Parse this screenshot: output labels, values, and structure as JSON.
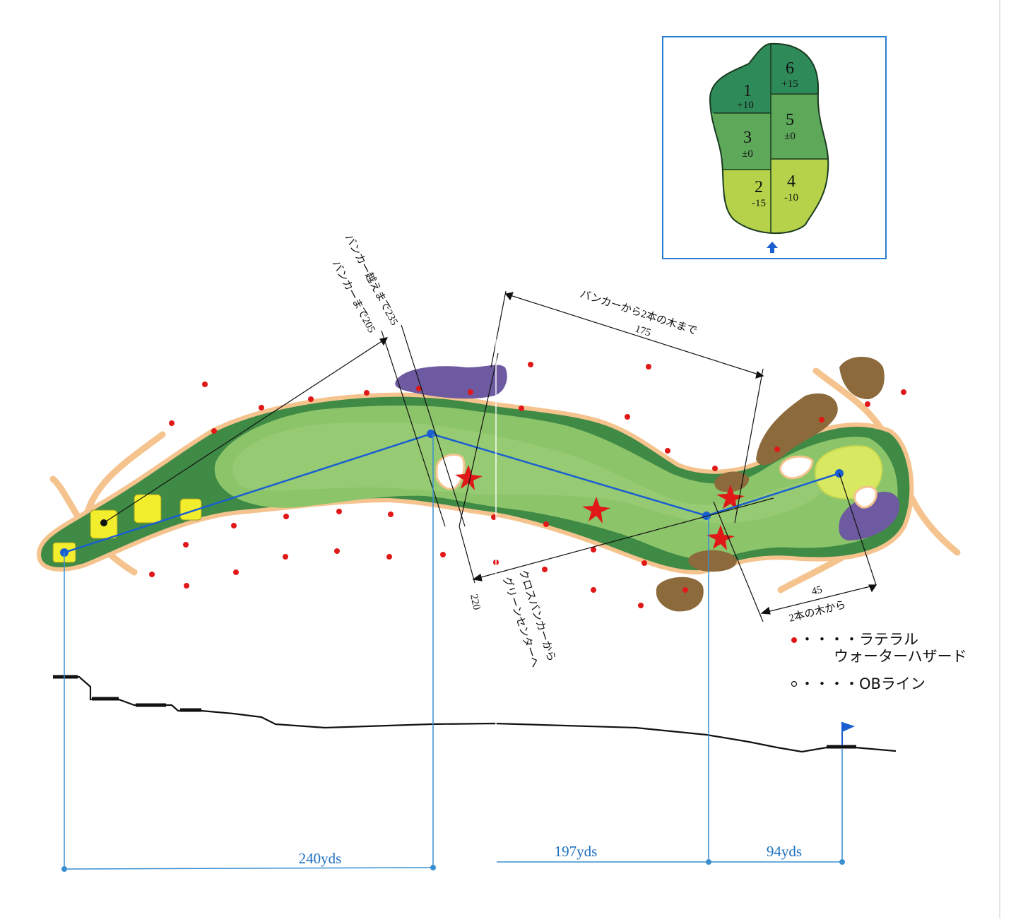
{
  "green_chart": {
    "zones": [
      {
        "number": "1",
        "modifier": "+10",
        "color": "#2f8a5a"
      },
      {
        "number": "6",
        "modifier": "+15",
        "color": "#2f8a5a"
      },
      {
        "number": "3",
        "modifier": "±0",
        "color": "#5ea85a"
      },
      {
        "number": "5",
        "modifier": "±0",
        "color": "#5ea85a"
      },
      {
        "number": "2",
        "modifier": "-15",
        "color": "#b5d24a"
      },
      {
        "number": "4",
        "modifier": "-10",
        "color": "#b5d24a"
      }
    ],
    "direction_icon": "up-arrow-icon"
  },
  "annotations": {
    "bunker_over": "バンカー越えまで235",
    "to_bunker": "バンカーまで205",
    "bunker_to_trees": "バンカーから2本の木まで",
    "bunker_to_trees_value": "175",
    "cross_bunker_to_green": "クロスバンカーから",
    "cross_bunker_to_green_2": "グリーンセンターへ",
    "cross_value": "220",
    "from_trees_value": "45",
    "from_trees": "2本の木から"
  },
  "legend": {
    "lateral_line1": "・・・・ラテラル",
    "lateral_line2": "ウォーターハザード",
    "ob": "・・・・OBライン"
  },
  "segments": [
    {
      "label": "240yds"
    },
    {
      "label": "197yds"
    },
    {
      "label": "94yds"
    }
  ],
  "colors": {
    "rough": "#3f8a45",
    "fairway": "#8cc46a",
    "green": "#d8e860",
    "tee": "#f2ee2e",
    "bunker_sand": "#f5c38e",
    "water": "#6e5aa0",
    "tree": "#8c6a3c",
    "hazard_dot": "#e01818",
    "route": "#1a5fd0",
    "measure": "#3a8fd0"
  }
}
